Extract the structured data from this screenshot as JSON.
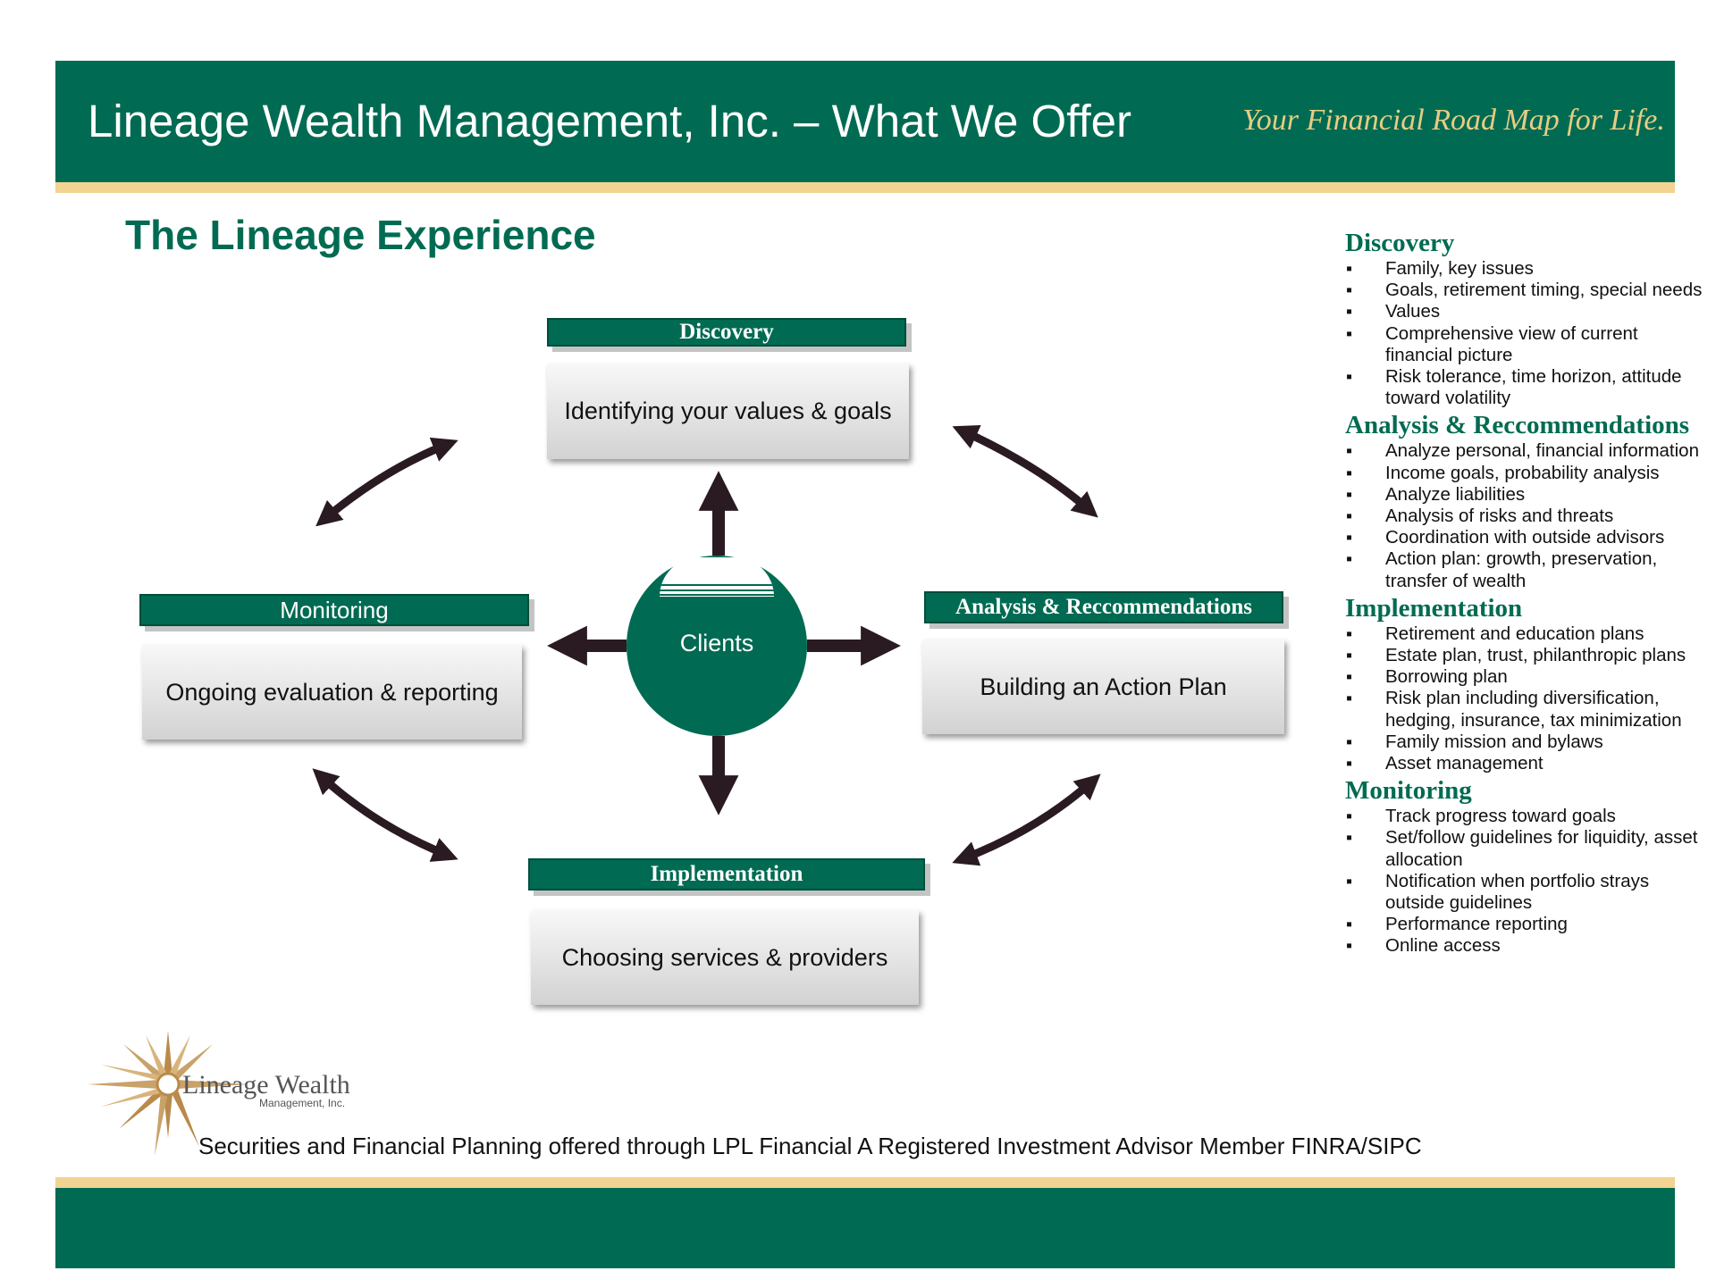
{
  "header": {
    "title": "Lineage Wealth Management, Inc. – What We Offer",
    "tagline": "Your Financial Road Map for Life."
  },
  "section_title": "The Lineage Experience",
  "diagram": {
    "center": "Clients",
    "phases": {
      "discovery": {
        "label": "Discovery",
        "stage": "Identifying your values & goals"
      },
      "analysis": {
        "label": "Analysis & Reccommendations",
        "stage": "Building an Action Plan"
      },
      "implementation": {
        "label": "Implementation",
        "stage": "Choosing services & providers"
      },
      "monitoring": {
        "label": "Monitoring",
        "stage": "Ongoing evaluation & reporting"
      }
    }
  },
  "sidebar": {
    "sections": [
      {
        "heading": "Discovery",
        "items": [
          "Family, key issues",
          "Goals, retirement timing, special needs",
          "Values",
          "Comprehensive view of current financial picture",
          "Risk tolerance, time horizon, attitude toward volatility"
        ]
      },
      {
        "heading": "Analysis & Reccommendations",
        "items": [
          "Analyze personal, financial information",
          "Income goals, probability analysis",
          "Analyze liabilities",
          "Analysis of risks and threats",
          "Coordination with outside advisors",
          "Action plan: growth, preservation, transfer of wealth"
        ]
      },
      {
        "heading": "Implementation",
        "items": [
          "Retirement and education plans",
          "Estate plan, trust, philanthropic plans",
          "Borrowing plan",
          "Risk plan including diversification, hedging, insurance, tax minimization",
          "Family mission and bylaws",
          "Asset management"
        ]
      },
      {
        "heading": "Monitoring",
        "items": [
          "Track progress toward goals",
          "Set/follow guidelines for liquidity, asset allocation",
          "Notification when portfolio strays outside guidelines",
          "Performance reporting",
          "Online access"
        ]
      }
    ]
  },
  "logo": {
    "line1": "Lineage Wealth",
    "line2": "Management, Inc."
  },
  "footer": "Securities and Financial Planning offered through LPL Financial A Registered Investment Advisor Member FINRA/SIPC",
  "colors": {
    "brand_green": "#006B52",
    "gold": "#F2D391",
    "arrow": "#2A1A22"
  }
}
